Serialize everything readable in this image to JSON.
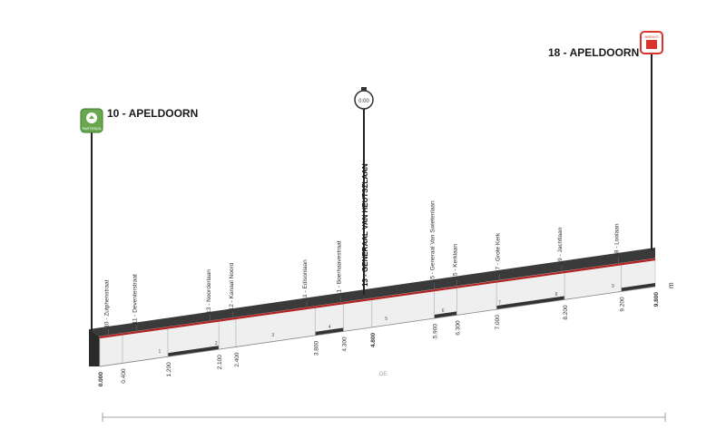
{
  "start": {
    "title": "10 - APELDOORN",
    "icon": "start-badge-icon",
    "badge_text": "PARTENZA"
  },
  "finish": {
    "title": "18 - APELDOORN",
    "icon": "finish-badge-icon",
    "badge_text": "ARRIVO"
  },
  "intermediate": {
    "time": "0:00",
    "street": "13 - GENERAAL VAN HEUTSZLAAN",
    "km": "4.800"
  },
  "elevation_label": "m",
  "distance_label": "GE",
  "colors": {
    "road": "#333333",
    "profile": "#b22222",
    "band": "#efefef",
    "start": "#6aa84f",
    "finish": "#d9342b"
  },
  "streets": [
    {
      "label": "10 - Zutphenstraat",
      "km": 0.15,
      "km_label": ""
    },
    {
      "label": "11 - Deventerstraat",
      "km": 0.65,
      "km_label": ""
    },
    {
      "label": "13 - Noorderlaan",
      "km": 1.95,
      "km_label": ""
    },
    {
      "label": "12 - Kanaal Noord",
      "km": 2.35,
      "km_label": ""
    },
    {
      "label": "11 - Edisonlaan",
      "km": 3.65,
      "km_label": ""
    },
    {
      "label": "11 - Boerhaavestraat",
      "km": 4.25,
      "km_label": ""
    },
    {
      "label": "15 - Generaal Van Swietenlaan",
      "km": 5.9,
      "km_label": ""
    },
    {
      "label": "15 - Kerklaan",
      "km": 6.3,
      "km_label": ""
    },
    {
      "label": "17 - Grote Kerk",
      "km": 7.05,
      "km_label": ""
    },
    {
      "label": "19 - Jachtlaan",
      "km": 8.15,
      "km_label": ""
    },
    {
      "label": "18 - Loolaan",
      "km": 9.15,
      "km_label": ""
    }
  ],
  "km_labels": [
    "0.000",
    "0.400",
    "1.200",
    "2.100",
    "2.400",
    "3.800",
    "4.300",
    "4.800",
    "5.900",
    "6.300",
    "7.000",
    "8.200",
    "9.200",
    "9.800"
  ],
  "km_values": [
    0,
    0.4,
    1.2,
    2.1,
    2.4,
    3.8,
    4.3,
    4.8,
    5.9,
    6.3,
    7.0,
    8.2,
    9.2,
    9.8
  ],
  "km_ticks": [
    "1",
    "2",
    "3",
    "4",
    "5",
    "6",
    "7",
    "8",
    "9"
  ]
}
